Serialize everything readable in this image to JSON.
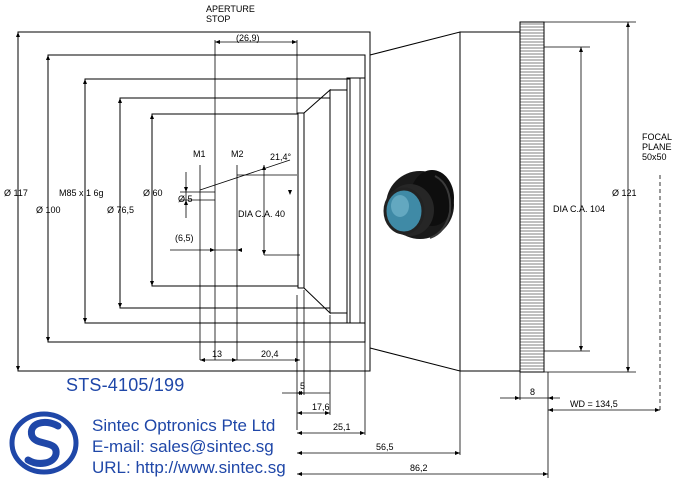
{
  "labels": {
    "aperture_stop_line1": "APERTURE",
    "aperture_stop_line2": "STOP",
    "focal_line1": "FOCAL",
    "focal_line2": "PLANE",
    "focal_line3": "50x50",
    "m1": "M1",
    "m2": "M2",
    "angle": "21,4°",
    "dia_ca_40": "DIA C.A. 40",
    "dia_ca_104": "DIA C.A. 104",
    "thread": "M85 x 1  6g",
    "wd": "WD = 134,5"
  },
  "diameters": {
    "d117": "Ø 117",
    "d100": "Ø 100",
    "d76_5": "Ø 76,5",
    "d60": "Ø 60",
    "d5": "Ø 5",
    "d121": "Ø 121"
  },
  "dimensions": {
    "d26_9": "(26,9)",
    "d6_5": "(6,5)",
    "d13": "13",
    "d20_4": "20,4",
    "d5": "5",
    "d17_6": "17,6",
    "d25_1": "25,1",
    "d56_5": "56,5",
    "d86_2": "86,2",
    "d8": "8"
  },
  "part_number": "STS-4105/199",
  "company": {
    "name": "Sintec Optronics Pte Ltd",
    "email": "E-mail: sales@sintec.sg",
    "url": "URL: http://www.sintec.sg"
  },
  "colors": {
    "brand_blue": "#1f47a8",
    "lens_glass": "#3f8aa6"
  }
}
